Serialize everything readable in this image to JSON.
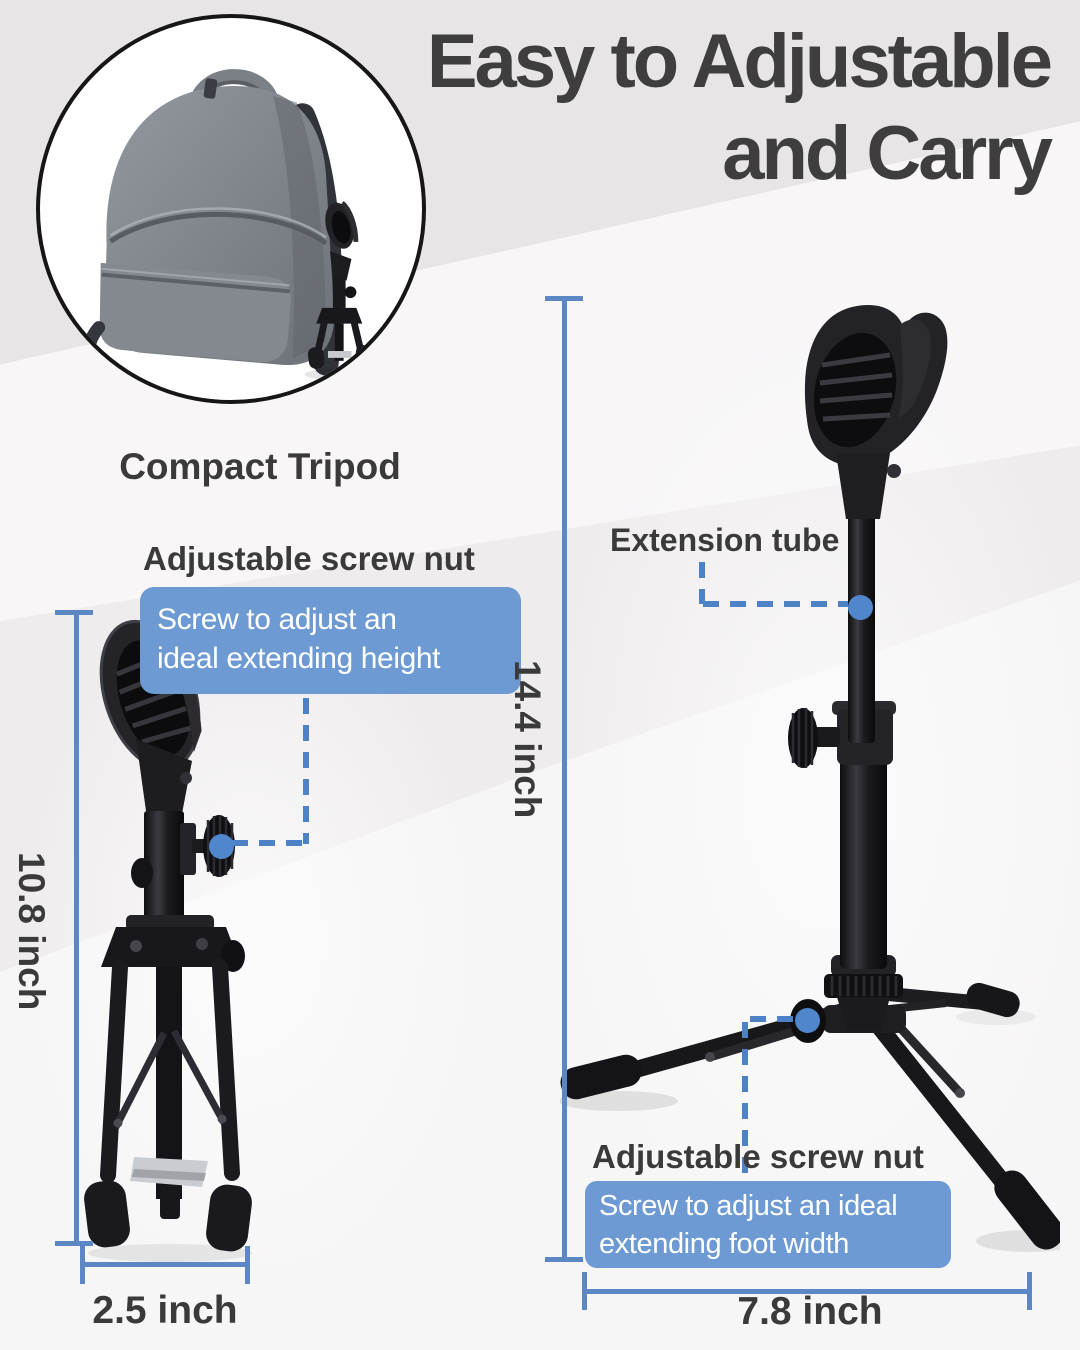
{
  "title": {
    "line1": "Easy to Adjustable",
    "line2": "and Carry"
  },
  "inset": {
    "caption": "Compact Tripod"
  },
  "folded_stand": {
    "nut_label": "Adjustable screw nut",
    "callout_line1": "Screw to adjust an",
    "callout_line2": "ideal extending height",
    "height_dim": "10.8 inch",
    "width_dim": "2.5 inch"
  },
  "extended_stand": {
    "tube_label": "Extension tube",
    "nut_label": "Adjustable screw nut",
    "callout_line1": "Screw to adjust an ideal",
    "callout_line2": "extending foot width",
    "height_dim": "14.4 inch",
    "width_dim": "7.8 inch"
  },
  "colors": {
    "accent_blue": "#5b87c5",
    "dash_blue": "#4d82c6",
    "dot_blue": "#4f86cc",
    "callout_bg": "#6d9ad2",
    "callout_text": "#ffffff",
    "heading_text": "#3e3e3e",
    "label_text": "#3a3a3a",
    "background": "#efeced"
  }
}
